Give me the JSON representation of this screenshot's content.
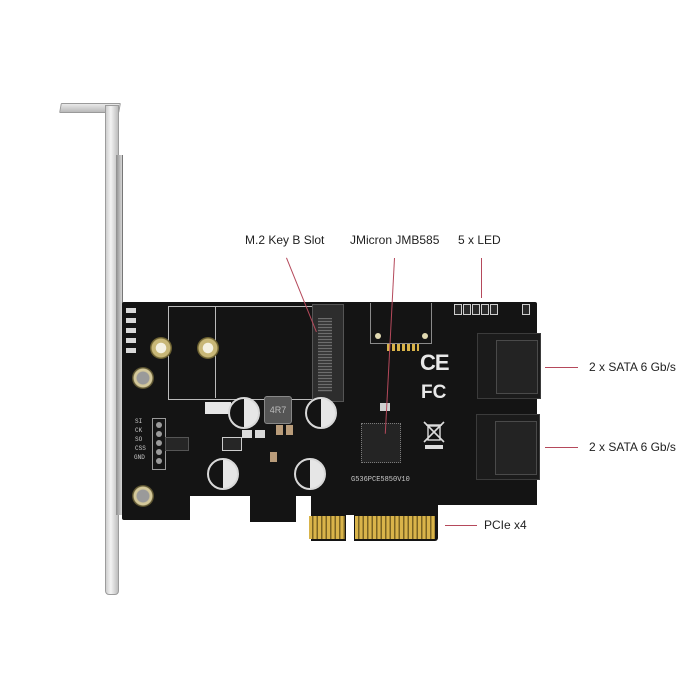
{
  "product": {
    "type": "PCIe expansion card",
    "board_marking": "G536PCE5850V10",
    "inductor_marking": "4R7",
    "pin_header_labels": [
      "SI",
      "CK",
      "SO",
      "CSS",
      "GND"
    ]
  },
  "callouts": {
    "m2_slot": "M.2 Key B Slot",
    "controller": "JMicron JMB585",
    "leds": "5 x LED",
    "sata_top": "2 x SATA 6 Gb/s",
    "sata_bottom": "2 x SATA 6 Gb/s",
    "pcie": "PCIe x4"
  },
  "marks": {
    "ce": "CE",
    "fcc": "FC"
  },
  "colors": {
    "pcb": "#141414",
    "leader_line": "#b5495b",
    "gold_fingers": "#d9b44a",
    "bracket": "#d6d6d6"
  }
}
